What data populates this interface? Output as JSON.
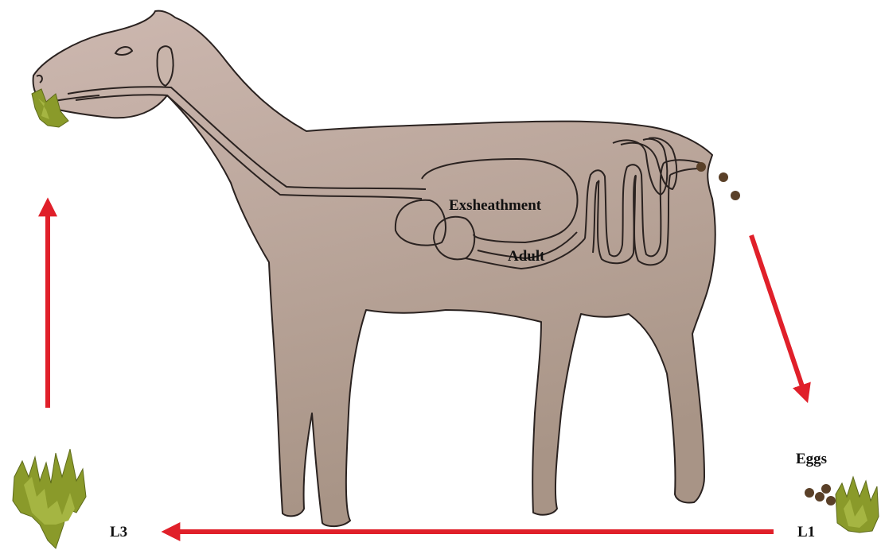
{
  "labels": {
    "exsheathment": "Exsheathment",
    "adult": "Adult",
    "eggs": "Eggs",
    "l1": "L1",
    "l3": "L3"
  },
  "colors": {
    "arrow": "#e0202a",
    "sheep_fill": "#c4b0a6",
    "sheep_outline": "#2a2220",
    "egg": "#5a4028",
    "grass": "#8a9a2a"
  },
  "icons": [
    "sheep-illustration",
    "grass-icon",
    "egg-icon",
    "arrow-icon"
  ]
}
